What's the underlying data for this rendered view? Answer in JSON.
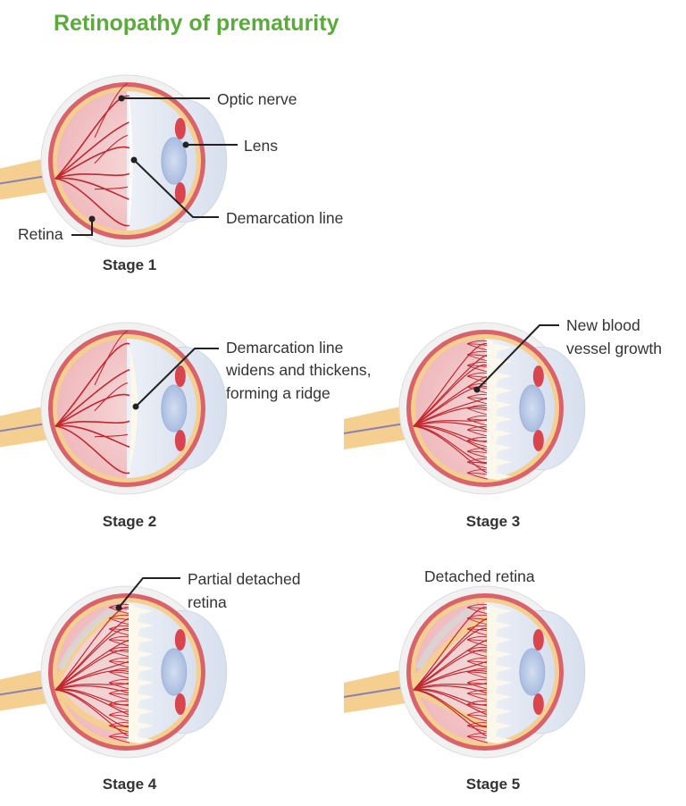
{
  "title": "Retinopathy of prematurity",
  "colors": {
    "title": "#5aab3c",
    "vitreous": "#f2c6c9",
    "retina_band": "#d9636a",
    "choroid": "#f5cf8f",
    "vessel": "#c0282f",
    "anterior": "#dfe6f1",
    "lens": "#b9c8e6",
    "ciliary": "#d9454e",
    "ridge": "#fdf8ec",
    "sclera": "#f1f1f1"
  },
  "stages": {
    "s1": {
      "label": "Stage 1",
      "callouts": {
        "optic_nerve": "Optic nerve",
        "lens": "Lens",
        "demarcation": "Demarcation line",
        "retina": "Retina"
      }
    },
    "s2": {
      "label": "Stage 2",
      "callouts": {
        "line1": "Demarcation line",
        "line2": "widens and thickens,",
        "line3": "forming a ridge"
      }
    },
    "s3": {
      "label": "Stage 3",
      "callouts": {
        "line1": "New blood",
        "line2": "vessel growth"
      }
    },
    "s4": {
      "label": "Stage 4",
      "callouts": {
        "line1": "Partial detached",
        "line2": "retina"
      }
    },
    "s5": {
      "label": "Stage 5",
      "callouts": {
        "line1": "Detached retina"
      }
    }
  }
}
